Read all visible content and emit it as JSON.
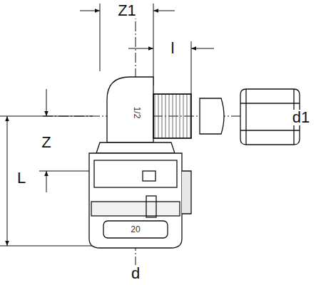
{
  "diagram": {
    "labels": [
      "Z1",
      "l",
      "d1",
      "Z",
      "L",
      "1/2",
      "20",
      "d"
    ]
  }
}
